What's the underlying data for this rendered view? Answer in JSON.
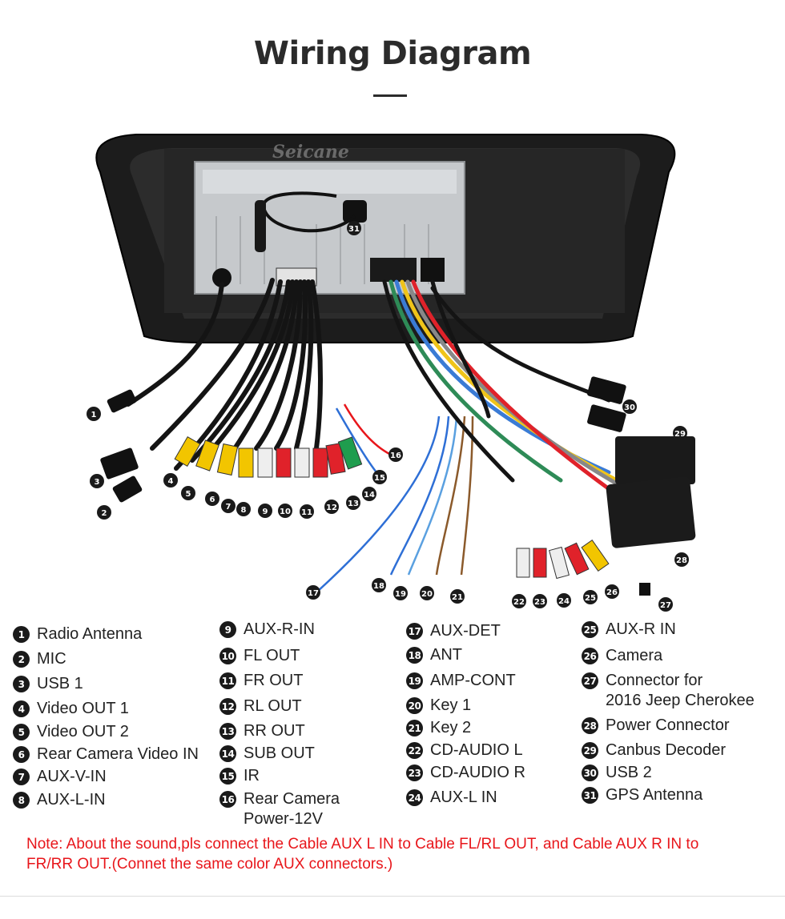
{
  "title": "Wiring Diagram",
  "watermark": "Seicane",
  "accent_color": "#e8161b",
  "legend": [
    [
      {
        "n": "1",
        "label": "Radio Antenna"
      },
      {
        "n": "2",
        "label": "MIC"
      },
      {
        "n": "3",
        "label": "USB 1"
      },
      {
        "n": "4",
        "label": "Video OUT 1"
      },
      {
        "n": "5",
        "label": "Video OUT 2"
      },
      {
        "n": "6",
        "label": "Rear Camera Video IN"
      },
      {
        "n": "7",
        "label": "AUX-V-IN"
      },
      {
        "n": "8",
        "label": "AUX-L-IN"
      }
    ],
    [
      {
        "n": "9",
        "label": "AUX-R-IN"
      },
      {
        "n": "10",
        "label": "FL OUT"
      },
      {
        "n": "11",
        "label": "FR OUT"
      },
      {
        "n": "12",
        "label": "RL OUT"
      },
      {
        "n": "13",
        "label": "RR OUT"
      },
      {
        "n": "14",
        "label": "SUB OUT"
      },
      {
        "n": "15",
        "label": "IR"
      },
      {
        "n": "16",
        "label": "Rear Camera\nPower-12V"
      }
    ],
    [
      {
        "n": "17",
        "label": "AUX-DET"
      },
      {
        "n": "18",
        "label": "ANT"
      },
      {
        "n": "19",
        "label": "AMP-CONT"
      },
      {
        "n": "20",
        "label": "Key 1"
      },
      {
        "n": "21",
        "label": "Key 2"
      },
      {
        "n": "22",
        "label": "CD-AUDIO L"
      },
      {
        "n": "23",
        "label": "CD-AUDIO R"
      },
      {
        "n": "24",
        "label": "AUX-L IN"
      }
    ],
    [
      {
        "n": "25",
        "label": "AUX-R IN"
      },
      {
        "n": "26",
        "label": "Camera"
      },
      {
        "n": "27",
        "label": "Connector for\n2016 Jeep Cherokee"
      },
      {
        "n": "28",
        "label": "Power Connector"
      },
      {
        "n": "29",
        "label": "Canbus Decoder"
      },
      {
        "n": "30",
        "label": "USB 2"
      },
      {
        "n": "31",
        "label": "GPS Antenna"
      }
    ]
  ],
  "note": "Note: About the sound,pls connect the Cable AUX L IN to Cable FL/RL OUT, and Cable AUX R IN to  FR/RR OUT.(Connet the same color AUX connectors.)"
}
